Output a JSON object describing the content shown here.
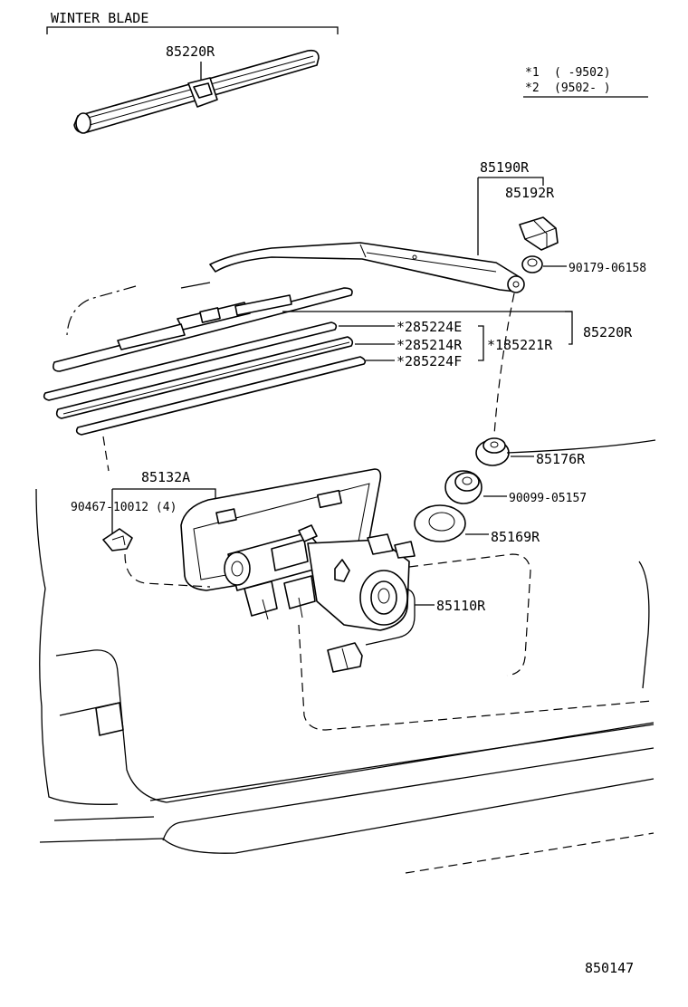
{
  "header": {
    "section_label": "WINTER BLADE",
    "winter_blade_part": "85220R"
  },
  "legend": {
    "note1_mark": "*1",
    "note1_range": "(     -9502)",
    "note2_mark": "*2",
    "note2_range": "(9502-     )"
  },
  "parts": {
    "arm": "85190R",
    "arm_cap": "85192R",
    "arm_nut": "90179-06158",
    "blade_assy": "85220R",
    "rubber_e": "*285224E",
    "rubber_r": "*285214R",
    "rubber_f": "*285224F",
    "blade_sub": "*185221R",
    "bushing": "85176R",
    "grommet": "90099-05157",
    "seal": "85169R",
    "cover": "85132A",
    "clip": "90467-10012 (4)",
    "motor": "85110R"
  },
  "footer": {
    "diagram_number": "850147"
  }
}
